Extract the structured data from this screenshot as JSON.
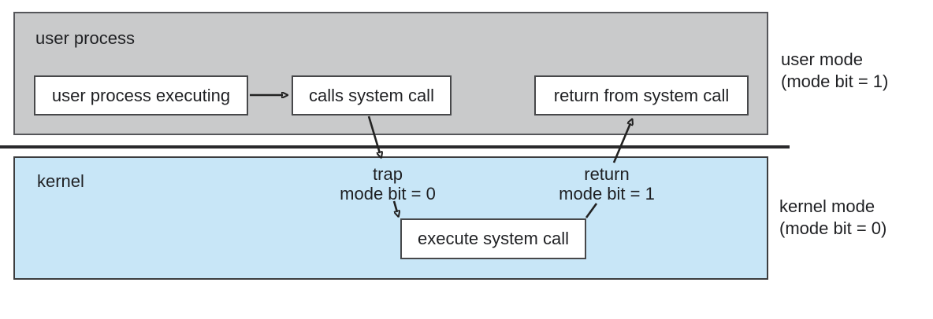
{
  "diagram": {
    "user_region": {
      "label": "user process",
      "executing_box": "user process executing",
      "calls_box": "calls system call",
      "return_box": "return from system call"
    },
    "kernel_region": {
      "label": "kernel",
      "execute_box": "execute system call",
      "trap": {
        "line1": "trap",
        "line2": "mode bit = 0"
      },
      "return": {
        "line1": "return",
        "line2": "mode bit = 1"
      }
    },
    "mode_labels": {
      "user": {
        "line1": "user mode",
        "line2": "(mode bit = 1)"
      },
      "kernel": {
        "line1": "kernel mode",
        "line2": "(mode bit = 0)"
      }
    },
    "colors": {
      "user_region_fill": "#c9cacb",
      "kernel_region_fill": "#c8e6f7",
      "box_fill": "#ffffff",
      "line_color": "#222222"
    }
  }
}
